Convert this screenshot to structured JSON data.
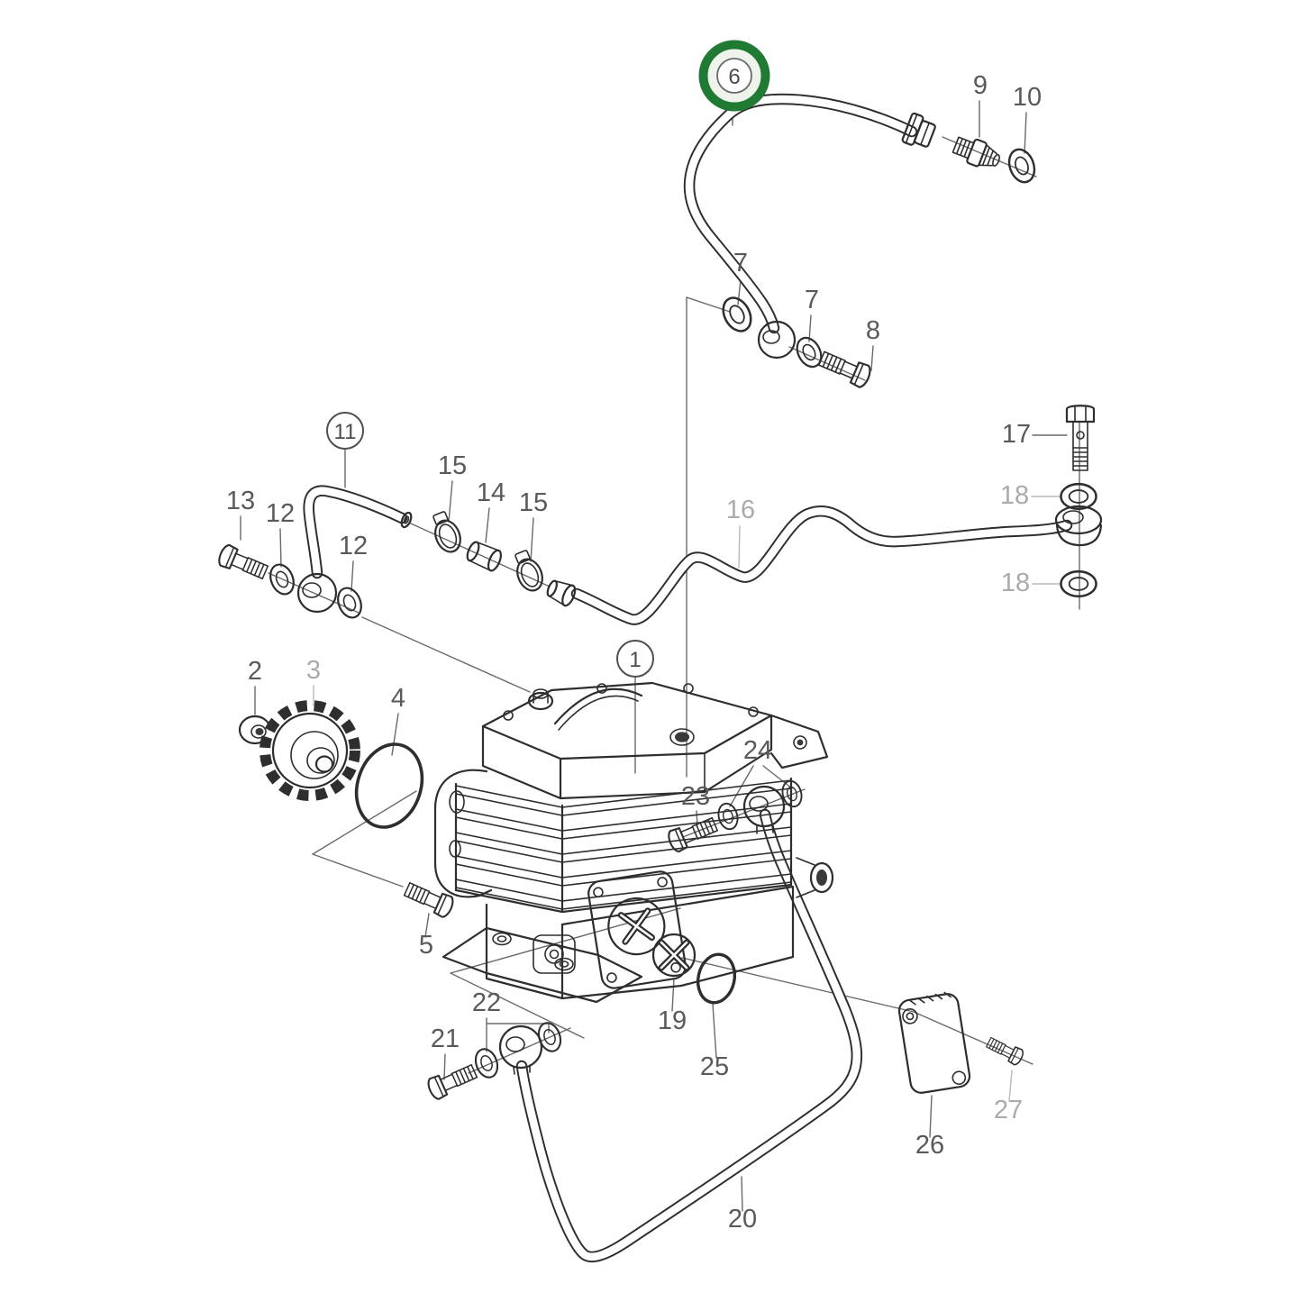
{
  "diagram": {
    "type": "exploded-parts-diagram",
    "background": "#ffffff",
    "line_color": "#2e2e2e",
    "thin_line_color": "#6a6a6a",
    "label_color": "#5a5a5a",
    "dim_label_color": "#ababab",
    "highlight_marker": {
      "number": "6",
      "ring_color": "#217a33",
      "halo_fill": "#eef4ec"
    },
    "labels": [
      {
        "text": "6",
        "dim": false
      },
      {
        "text": "9",
        "dim": false
      },
      {
        "text": "10",
        "dim": false
      },
      {
        "text": "7",
        "dim": false
      },
      {
        "text": "7",
        "dim": false
      },
      {
        "text": "8",
        "dim": false
      },
      {
        "text": "11",
        "dim": false
      },
      {
        "text": "13",
        "dim": false
      },
      {
        "text": "12",
        "dim": false
      },
      {
        "text": "12",
        "dim": false
      },
      {
        "text": "15",
        "dim": false
      },
      {
        "text": "14",
        "dim": false
      },
      {
        "text": "15",
        "dim": false
      },
      {
        "text": "16",
        "dim": true
      },
      {
        "text": "17",
        "dim": false
      },
      {
        "text": "18",
        "dim": true
      },
      {
        "text": "18",
        "dim": true
      },
      {
        "text": "1",
        "dim": false
      },
      {
        "text": "2",
        "dim": false
      },
      {
        "text": "3",
        "dim": true
      },
      {
        "text": "4",
        "dim": false
      },
      {
        "text": "5",
        "dim": false
      },
      {
        "text": "23",
        "dim": false
      },
      {
        "text": "24",
        "dim": false
      },
      {
        "text": "19",
        "dim": false
      },
      {
        "text": "25",
        "dim": false
      },
      {
        "text": "21",
        "dim": false
      },
      {
        "text": "22",
        "dim": false
      },
      {
        "text": "20",
        "dim": false
      },
      {
        "text": "26",
        "dim": false
      },
      {
        "text": "27",
        "dim": true
      }
    ]
  }
}
